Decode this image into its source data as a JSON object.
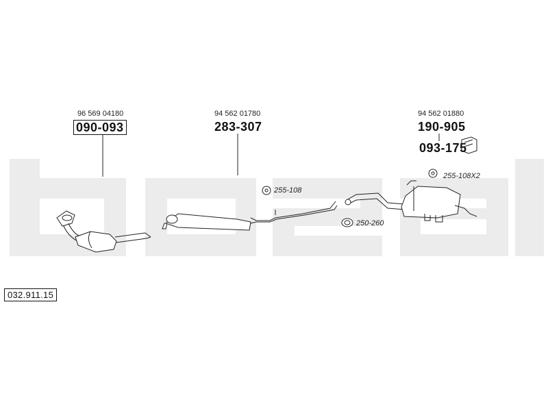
{
  "diagram_number": "032.911.15",
  "watermark": {
    "brand": "bosal",
    "color": "#ececec"
  },
  "parts": [
    {
      "oem": "96 569 04180",
      "code": "090-093",
      "boxed": true,
      "name": "catalytic-converter"
    },
    {
      "oem": "94 562 01780",
      "code": "283-307",
      "boxed": false,
      "name": "front-silencer"
    },
    {
      "oem": "94 562 01880",
      "code": "190-905",
      "boxed": false,
      "name": "rear-silencer"
    }
  ],
  "accessories": [
    {
      "code": "093-175",
      "name": "mounting-kit"
    }
  ],
  "fitting_refs": [
    {
      "label": "255-108",
      "name": "rubber-hanger-front"
    },
    {
      "label": "250-260",
      "name": "pipe-clamp"
    },
    {
      "label": "255-108X2",
      "name": "rubber-hanger-rear"
    }
  ]
}
